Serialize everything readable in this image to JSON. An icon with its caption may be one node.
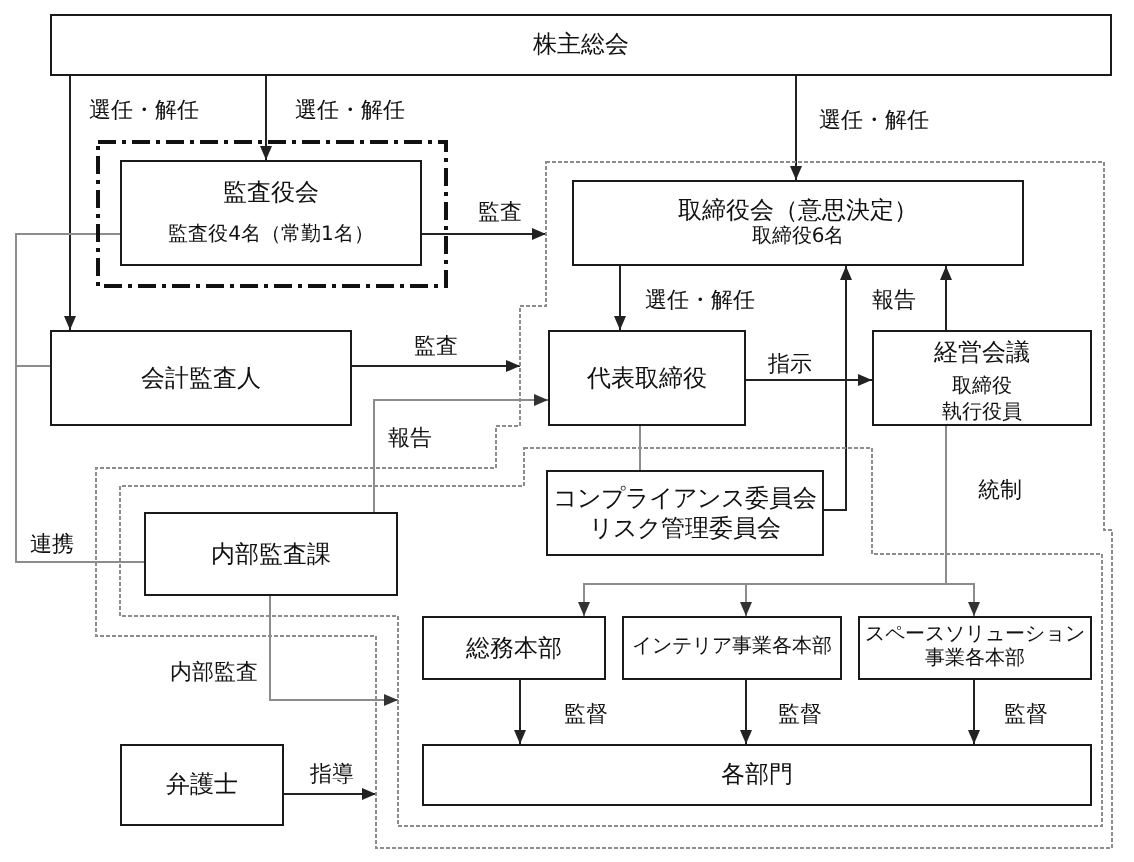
{
  "diagram": {
    "nodes": [
      {
        "text": [
          "株主総会"
        ]
      },
      {
        "text": [],
        "shape": "box"
      },
      {
        "text": [
          "監査役会",
          "監査役4名（常勤1名）"
        ],
        "in": 1
      },
      {
        "text": [],
        "shape": "polygon"
      },
      {
        "text": [
          "取締役会（意思決定）",
          "取締役6名"
        ],
        "in": 3
      },
      {
        "text": [
          "会計監査人"
        ]
      },
      {
        "text": [
          "代表取締役"
        ],
        "in": 3
      },
      {
        "text": [
          "経営会議",
          "取締役",
          "執行役員"
        ],
        "in": 3
      },
      {
        "text": [],
        "shape": "polygon",
        "in": 3
      },
      {
        "text": [
          "コンプライアンス委員会",
          "リスク管理委員会"
        ],
        "in": 8
      },
      {
        "text": [
          "内部監査課"
        ],
        "in": 8
      },
      {
        "text": [
          "総務本部"
        ],
        "in": 8
      },
      {
        "text": [
          "インテリア事業各本部"
        ],
        "in": 8
      },
      {
        "text": [
          "スペースソリューション事業各本部"
        ],
        "in": 8
      },
      {
        "text": [
          "弁護士"
        ]
      },
      {
        "text": [
          "各部門"
        ],
        "in": 8
      }
    ],
    "edges": [
      {
        "from": 0,
        "to": 5,
        "arrow": "to",
        "label": "選任・解任"
      },
      {
        "from": 0,
        "to": 2,
        "arrow": "to",
        "label": "選任・解任"
      },
      {
        "from": 0,
        "to": 4,
        "arrow": "to",
        "label": "選任・解任"
      },
      {
        "from": 2,
        "to": 3,
        "arrow": "to",
        "label": "監査"
      },
      {
        "from": 5,
        "to": 3,
        "arrow": "to",
        "label": "監査"
      },
      {
        "from": 4,
        "to": 6,
        "arrow": "to",
        "label": "選任・解任"
      },
      {
        "from": 6,
        "to": 7,
        "arrow": "to",
        "label": "指示"
      },
      {
        "from": 7,
        "to": 4,
        "arrow": "to",
        "label": "報告"
      },
      {
        "from": 10,
        "to": 6,
        "arrow": "to",
        "label": "報告",
        "color": "#8c8c8c"
      },
      {
        "from": 6,
        "to": 9,
        "arrow": "none",
        "color": "#8c8c8c"
      },
      {
        "from": 9,
        "to": 4,
        "arrow": "to"
      },
      {
        "from": 7,
        "to": 11,
        "arrow": "to",
        "label": "統制",
        "color": "#8c8c8c"
      },
      {
        "from": 7,
        "to": 12,
        "arrow": "to",
        "color": "#8c8c8c"
      },
      {
        "from": 7,
        "to": 13,
        "arrow": "to",
        "color": "#8c8c8c"
      },
      {
        "from": 11,
        "to": 15,
        "arrow": "to",
        "label": "監督"
      },
      {
        "from": 12,
        "to": 15,
        "arrow": "to",
        "label": "監督"
      },
      {
        "from": 13,
        "to": 15,
        "arrow": "to",
        "label": "監督"
      },
      {
        "from": 2,
        "to": 10,
        "arrow": "none",
        "label": "連携",
        "color": "#8c8c8c"
      },
      {
        "from": 5,
        "to": 10,
        "arrow": "none",
        "color": "#8c8c8c"
      },
      {
        "from": 2,
        "to": 5,
        "arrow": "none",
        "color": "#8c8c8c"
      },
      {
        "from": 10,
        "to": 8,
        "arrow": "to",
        "label": "内部監査",
        "color": "#8c8c8c"
      },
      {
        "from": 14,
        "to": 3,
        "arrow": "to",
        "label": "指導"
      }
    ]
  }
}
